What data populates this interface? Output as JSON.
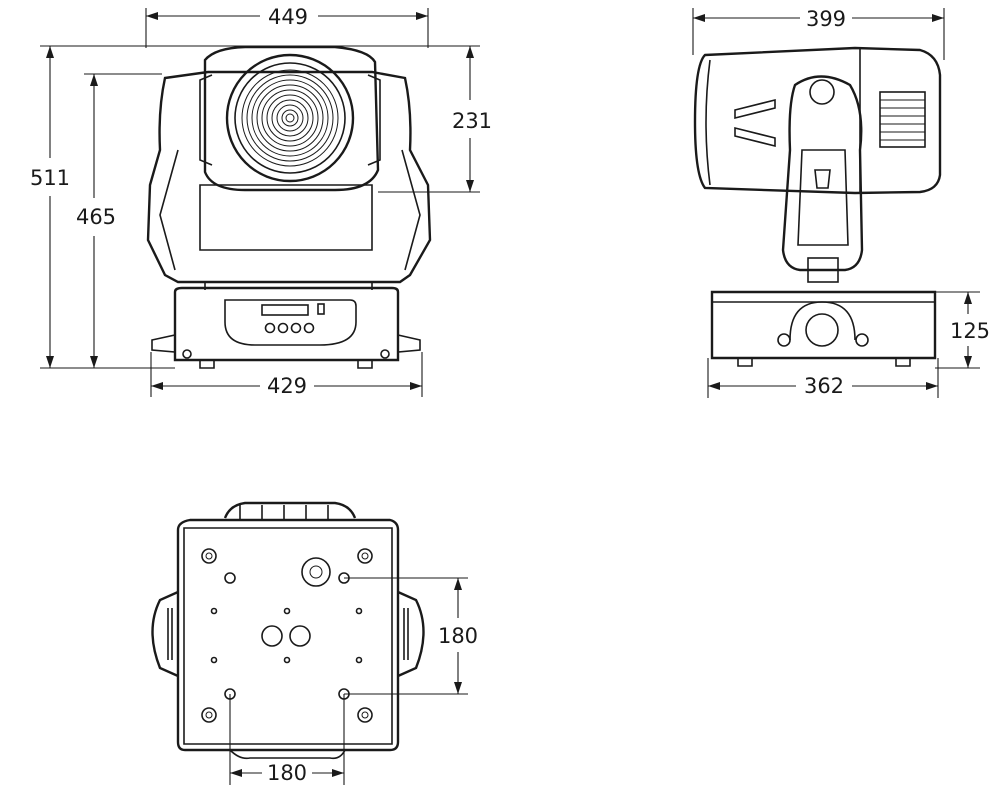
{
  "diagram": {
    "front_view": {
      "dims": {
        "width_top": "449",
        "height_total": "511",
        "height_body": "465",
        "head_height": "231",
        "base_width": "429"
      }
    },
    "side_view": {
      "dims": {
        "width_top": "399",
        "base_height": "125",
        "base_width": "362"
      }
    },
    "bottom_view": {
      "dims": {
        "hole_spacing_v": "180",
        "hole_spacing_h": "180"
      }
    }
  }
}
